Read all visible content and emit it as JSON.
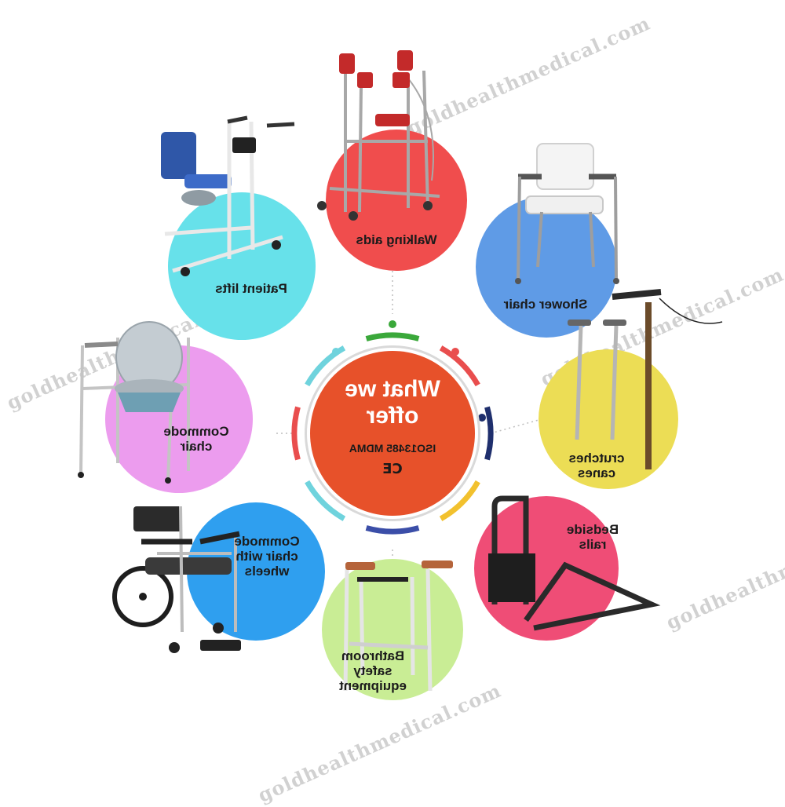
{
  "hub": {
    "title": "What we\noffer",
    "certification": "ISO13485 MDMA",
    "mark": "CE",
    "color": "#e7512a"
  },
  "watermark": "goldhealthmedical.com",
  "categories": [
    {
      "label": "Walking aids",
      "color": "#f04d4d",
      "icon": "walker-icon"
    },
    {
      "label": "Shower chair",
      "color": "#5f9be6",
      "icon": "shower-chair-icon"
    },
    {
      "label": "crutches\ncanes",
      "color": "#ecdd55",
      "icon": "crutches-cane-icon"
    },
    {
      "label": "Bedside\nrails",
      "color": "#ef4d76",
      "icon": "bed-rail-icon"
    },
    {
      "label": "Bathroom\nsafety\nequipment",
      "color": "#c9ed95",
      "icon": "toilet-rail-icon"
    },
    {
      "label": "Commode\nchair with\nwheels",
      "color": "#2f9fef",
      "icon": "wheeled-commode-icon"
    },
    {
      "label": "Commode\nchair",
      "color": "#ec9cee",
      "icon": "commode-chair-icon"
    },
    {
      "label": "Patient lifts",
      "color": "#67e1ea",
      "icon": "patient-lift-icon"
    }
  ],
  "ring_colors": [
    "#3aa83a",
    "#e94e4e",
    "#1f2f6d",
    "#f2c12e",
    "#3b4ea8",
    "#6fd3dd",
    "#e94e4e",
    "#6fd3dd"
  ]
}
